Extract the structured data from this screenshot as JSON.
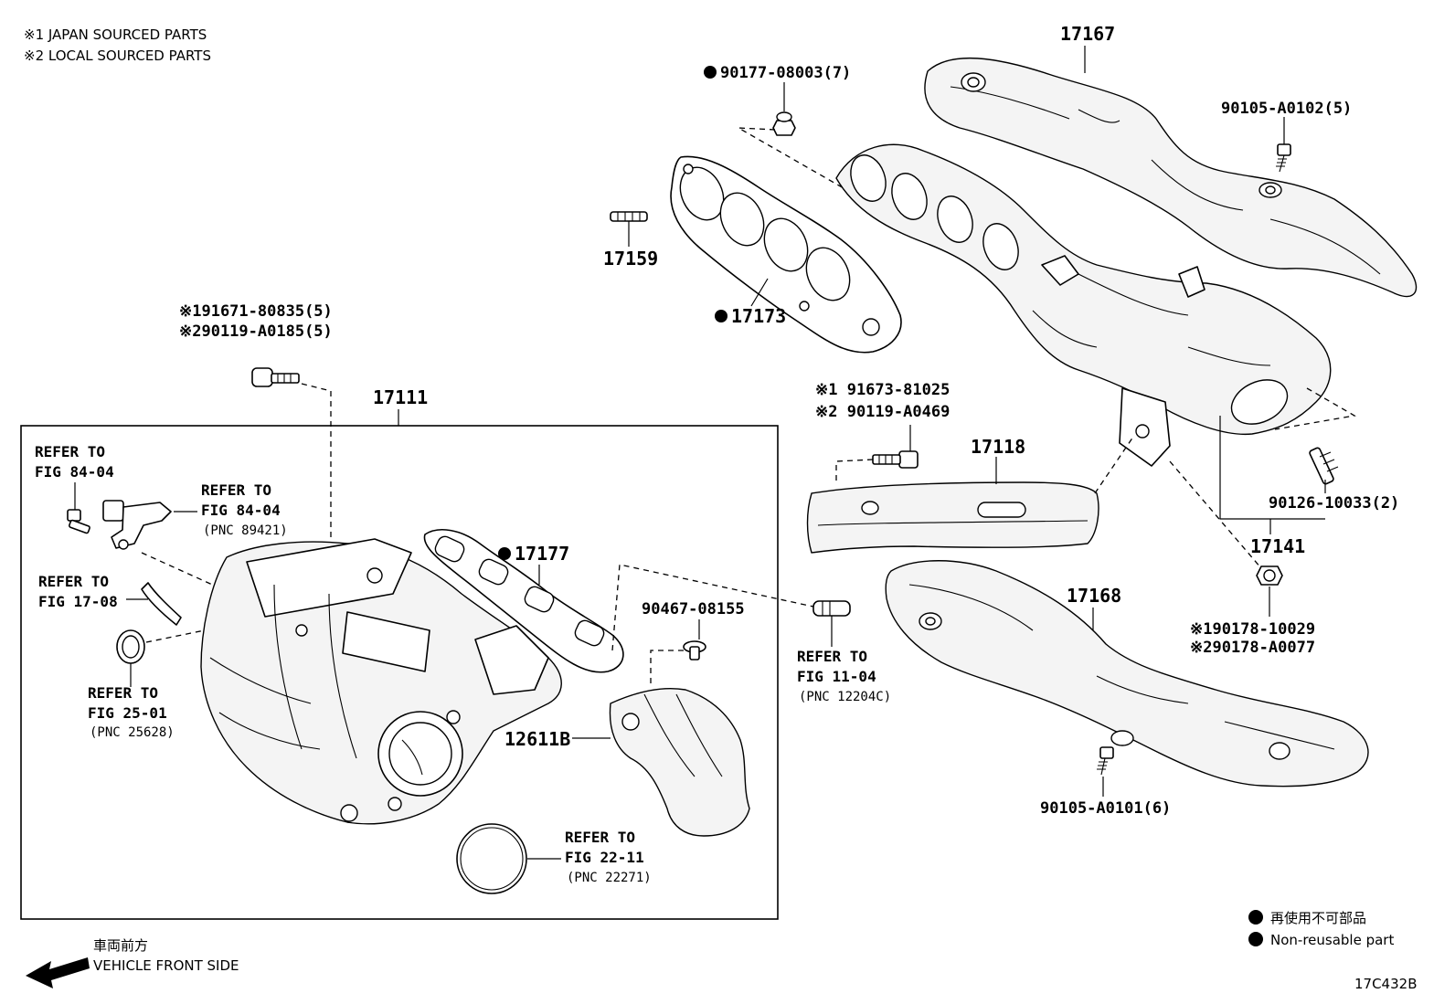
{
  "notes": {
    "japan": "※1 JAPAN SOURCED PARTS",
    "local": "※2 LOCAL SOURCED PARTS"
  },
  "labels": {
    "p17167": "17167",
    "p90177": "90177-08003(7)",
    "p90105_a0102": "90105-A0102(5)",
    "p17159": "17159",
    "p17173": "17173",
    "p191671": "※191671-80835(5)",
    "p290119": "※290119-A0185(5)",
    "p17111": "17111",
    "p91673_1": "※1 91673-81025",
    "p90119_2": "※2 90119-A0469",
    "p17118": "17118",
    "p90126": "90126-10033(2)",
    "p17141": "17141",
    "p17177": "17177",
    "p17168": "17168",
    "p190178": "※190178-10029",
    "p290178": "※290178-A0077",
    "p90467": "90467-08155",
    "p12611b": "12611B",
    "p90105_a0101": "90105-A0101(6)"
  },
  "refs": {
    "r8404a_1": "REFER TO",
    "r8404a_2": "FIG 84-04",
    "r8404b_1": "REFER TO",
    "r8404b_2": "FIG 84-04",
    "r8404b_pnc": "(PNC 89421)",
    "r1708_1": "REFER TO",
    "r1708_2": "FIG 17-08",
    "r2501_1": "REFER TO",
    "r2501_2": "FIG 25-01",
    "r2501_pnc": "(PNC 25628)",
    "r1104_1": "REFER TO",
    "r1104_2": "FIG 11-04",
    "r1104_pnc": "(PNC 12204C)",
    "r2211_1": "REFER TO",
    "r2211_2": "FIG 22-11",
    "r2211_pnc": "(PNC 22271)"
  },
  "legend": {
    "jp": "再使用不可部品",
    "en": "Non-reusable part"
  },
  "direction": {
    "jp": "車両前方",
    "en": "VEHICLE FRONT SIDE"
  },
  "figure_code": "17C432B",
  "colors": {
    "ink": "#000000",
    "paper": "#ffffff"
  }
}
